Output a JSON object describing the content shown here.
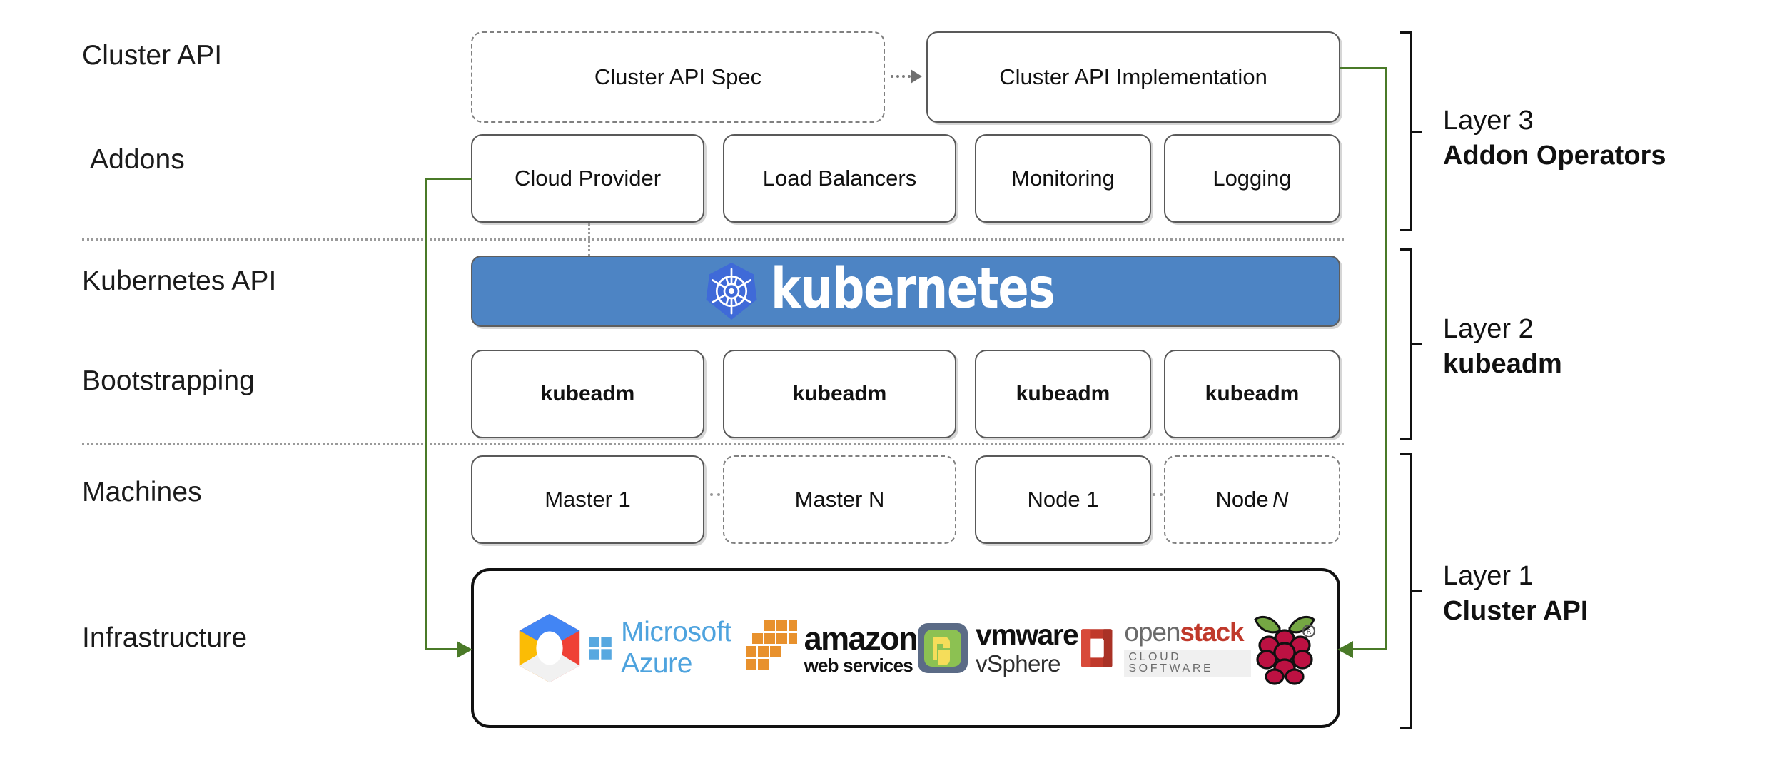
{
  "diagram": {
    "title": "Kubernetes Cluster API layered architecture",
    "accent_green": "#4a7a28",
    "kubernetes_blue": "#4d84c4",
    "logo_blue": "#3f6ad8",
    "box_border": "#595959"
  },
  "row_labels": [
    {
      "id": "cluster-api",
      "text": "Cluster API"
    },
    {
      "id": "addons",
      "text": "Addons"
    },
    {
      "id": "kubernetes-api",
      "text": "Kubernetes API"
    },
    {
      "id": "bootstrapping",
      "text": "Bootstrapping"
    },
    {
      "id": "machines",
      "text": "Machines"
    },
    {
      "id": "infrastructure",
      "text": "Infrastructure"
    }
  ],
  "cluster_api_row": {
    "spec": {
      "label": "Cluster API Spec",
      "style": "dashed"
    },
    "implementation": {
      "label": "Cluster API Implementation",
      "style": "solid"
    }
  },
  "addons_row": [
    {
      "label": "Cloud Provider"
    },
    {
      "label": "Load Balancers"
    },
    {
      "label": "Monitoring"
    },
    {
      "label": "Logging"
    }
  ],
  "kubernetes_banner": {
    "wordmark": "kubernetes",
    "logo_name": "kubernetes-helm-wheel-icon"
  },
  "bootstrapping_row": [
    {
      "label": "kubeadm"
    },
    {
      "label": "kubeadm"
    },
    {
      "label": "kubeadm"
    },
    {
      "label": "kubeadm"
    }
  ],
  "machines_row": [
    {
      "label": "Master 1",
      "suffix": "",
      "style": "solid"
    },
    {
      "label": "Master N",
      "suffix": "",
      "style": "dashed"
    },
    {
      "label": "Node 1",
      "suffix": "",
      "style": "solid"
    },
    {
      "label": "Node ",
      "suffix": "N",
      "style": "dashed"
    }
  ],
  "infrastructure_logos": [
    {
      "name": "google-cloud-platform-logo",
      "text": ""
    },
    {
      "name": "microsoft-azure-logo",
      "text": "Microsoft Azure"
    },
    {
      "name": "amazon-web-services-logo",
      "text": "amazon",
      "subtext": "web services"
    },
    {
      "name": "vmware-vsphere-logo",
      "text": "vmware",
      "subtext": "vSphere"
    },
    {
      "name": "openstack-logo",
      "text": "openstack",
      "subtext": "CLOUD SOFTWARE"
    },
    {
      "name": "raspberry-pi-logo",
      "text": ""
    }
  ],
  "layers": [
    {
      "id": "layer-3",
      "number": "Layer 3",
      "name": "Addon Operators"
    },
    {
      "id": "layer-2",
      "number": "Layer 2",
      "name": "kubeadm"
    },
    {
      "id": "layer-1",
      "number": "Layer 1",
      "name": "Cluster API"
    }
  ]
}
